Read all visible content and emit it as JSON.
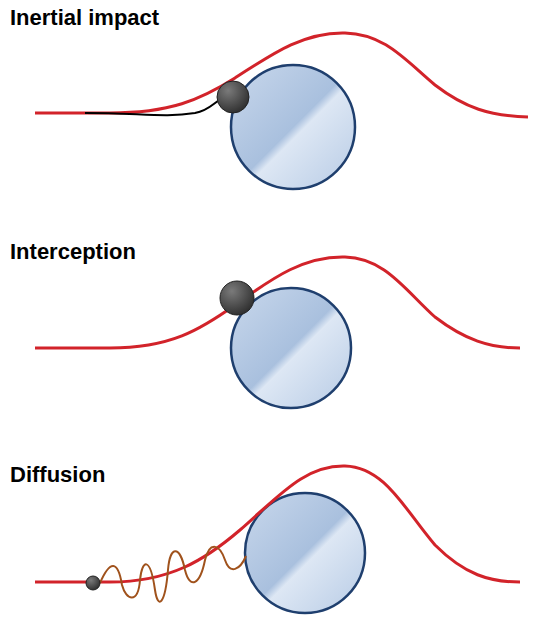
{
  "diagram": {
    "labels": [
      "Inertial impact",
      "Interception",
      "Diffusion"
    ]
  }
}
